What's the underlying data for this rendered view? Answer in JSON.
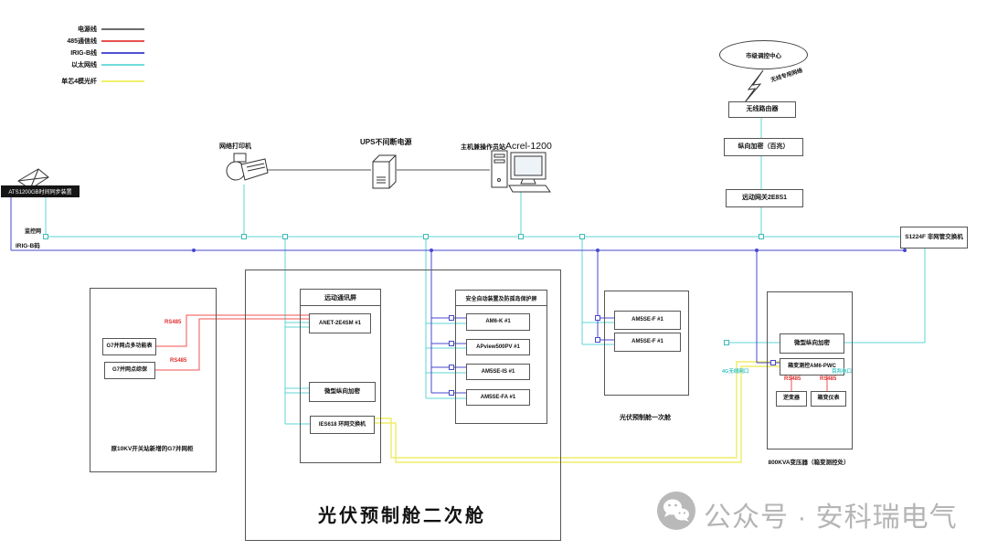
{
  "legend": {
    "items": [
      {
        "label": "电源线",
        "color": "#6b6b6b"
      },
      {
        "label": "485通信线",
        "color": "#e85050"
      },
      {
        "label": "IRIG-B线",
        "color": "#5050d5"
      },
      {
        "label": "以太网线",
        "color": "#6fdcdc"
      },
      {
        "label": "单芯4模光纤",
        "color": "#f0f06a"
      }
    ]
  },
  "time_sync": {
    "label": "ATS1200GB时间同步装置",
    "net_label": "监控网",
    "irig_label": "IRIG-B码"
  },
  "devices_top": {
    "printer": "网络打印机",
    "ups": "UPS不间断电源",
    "host_prefix": "主机兼操作员站",
    "host_model": "Acrel-1200"
  },
  "remote": {
    "cloud": "市级调控中心",
    "wireless_label": "无线专用网络",
    "router": "无线路由器",
    "encrypt": "纵向加密（百兆）",
    "gateway": "远动网关2E8S1",
    "switch": "S1224F 非网管交换机"
  },
  "g7": {
    "meter": "G7并网点多功能表",
    "protection": "G7并网点综保",
    "rs485": "RS485",
    "caption": "原10KV开关站新增的G7并网柜"
  },
  "cabin2": {
    "title": "光伏预制舱二次舱",
    "comm": {
      "title": "远动通讯屏",
      "items": [
        "ANET-2E4SM #1",
        "微型纵向加密",
        "IES618 环网交换机"
      ]
    },
    "safety": {
      "title": "安全自动装置及防孤岛保护屏",
      "items": [
        "AM6-K #1",
        "APview500PV #1",
        "AM5SE-IS #1",
        "AM5SE-FA #1"
      ]
    }
  },
  "cabin1": {
    "caption": "光伏预制舱一次舱",
    "items": [
      "AM5SE-F #1",
      "AM5SE-F #1"
    ]
  },
  "xfmr": {
    "encrypt": "微型纵向加密",
    "controller": "箱变测控AM6-PWC",
    "rs485": "RS485",
    "inverter": "逆变器",
    "meter": "箱变仪表",
    "port_left": "4G无线网口",
    "port_right": "百兆电口",
    "caption": "800KVA变压器（箱变测控处）"
  },
  "watermark": {
    "text": "公众号 · 安科瑞电气"
  }
}
